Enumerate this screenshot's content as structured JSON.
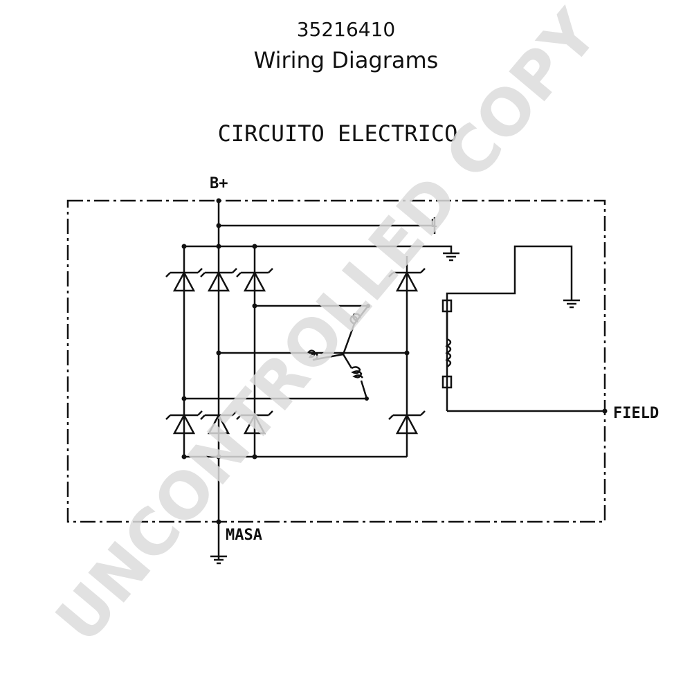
{
  "header": {
    "part_number": "35216410",
    "title": "Wiring Diagrams"
  },
  "diagram": {
    "title": "CIRCUITO ELECTRICO",
    "labels": {
      "battery_positive": "B+",
      "ground": "MASA",
      "field": "FIELD",
      "terminal_l": "L"
    }
  },
  "watermark": "UNCONTROLLED COPY",
  "colors": {
    "line": "#111111",
    "watermark": "#dcdcdc"
  }
}
